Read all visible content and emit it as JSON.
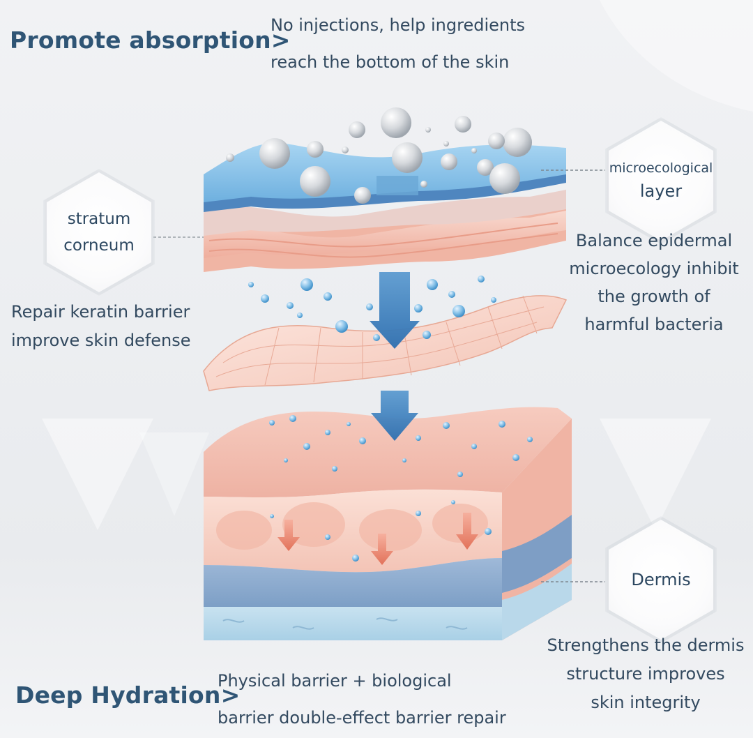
{
  "top": {
    "heading": "Promote absorption",
    "chevron": ">",
    "desc_line1": "No injections, help ingredients",
    "desc_line2": "reach the bottom of the skin"
  },
  "bottom": {
    "heading": "Deep Hydration",
    "chevron": ">",
    "desc_line1": "Physical barrier + biological",
    "desc_line2": "barrier double-effect barrier repair"
  },
  "labels": {
    "microecological": {
      "line1": "microecological",
      "line2": "layer"
    },
    "stratum": {
      "line1": "stratum",
      "line2": "corneum"
    },
    "dermis": {
      "line1": "Dermis"
    }
  },
  "notes": {
    "right_top": [
      "Balance epidermal",
      "microecology inhibit",
      "the growth of",
      "harmful bacteria"
    ],
    "left_mid": [
      "Repair keratin barrier",
      "improve skin defense"
    ],
    "right_bottom": [
      "Strengthens the dermis",
      "structure improves",
      "skin integrity"
    ]
  },
  "colors": {
    "heading": "#2f5575",
    "text": "#32495f",
    "microecological_layer": "#79b7e0",
    "skin_pink": "#f4c3b6",
    "dermis_blue": "#8fb1d4",
    "arrow_blue": "#3d7fbd"
  },
  "icons": {
    "down_arrow": "arrow-down-icon",
    "bubble": "sphere-icon"
  }
}
